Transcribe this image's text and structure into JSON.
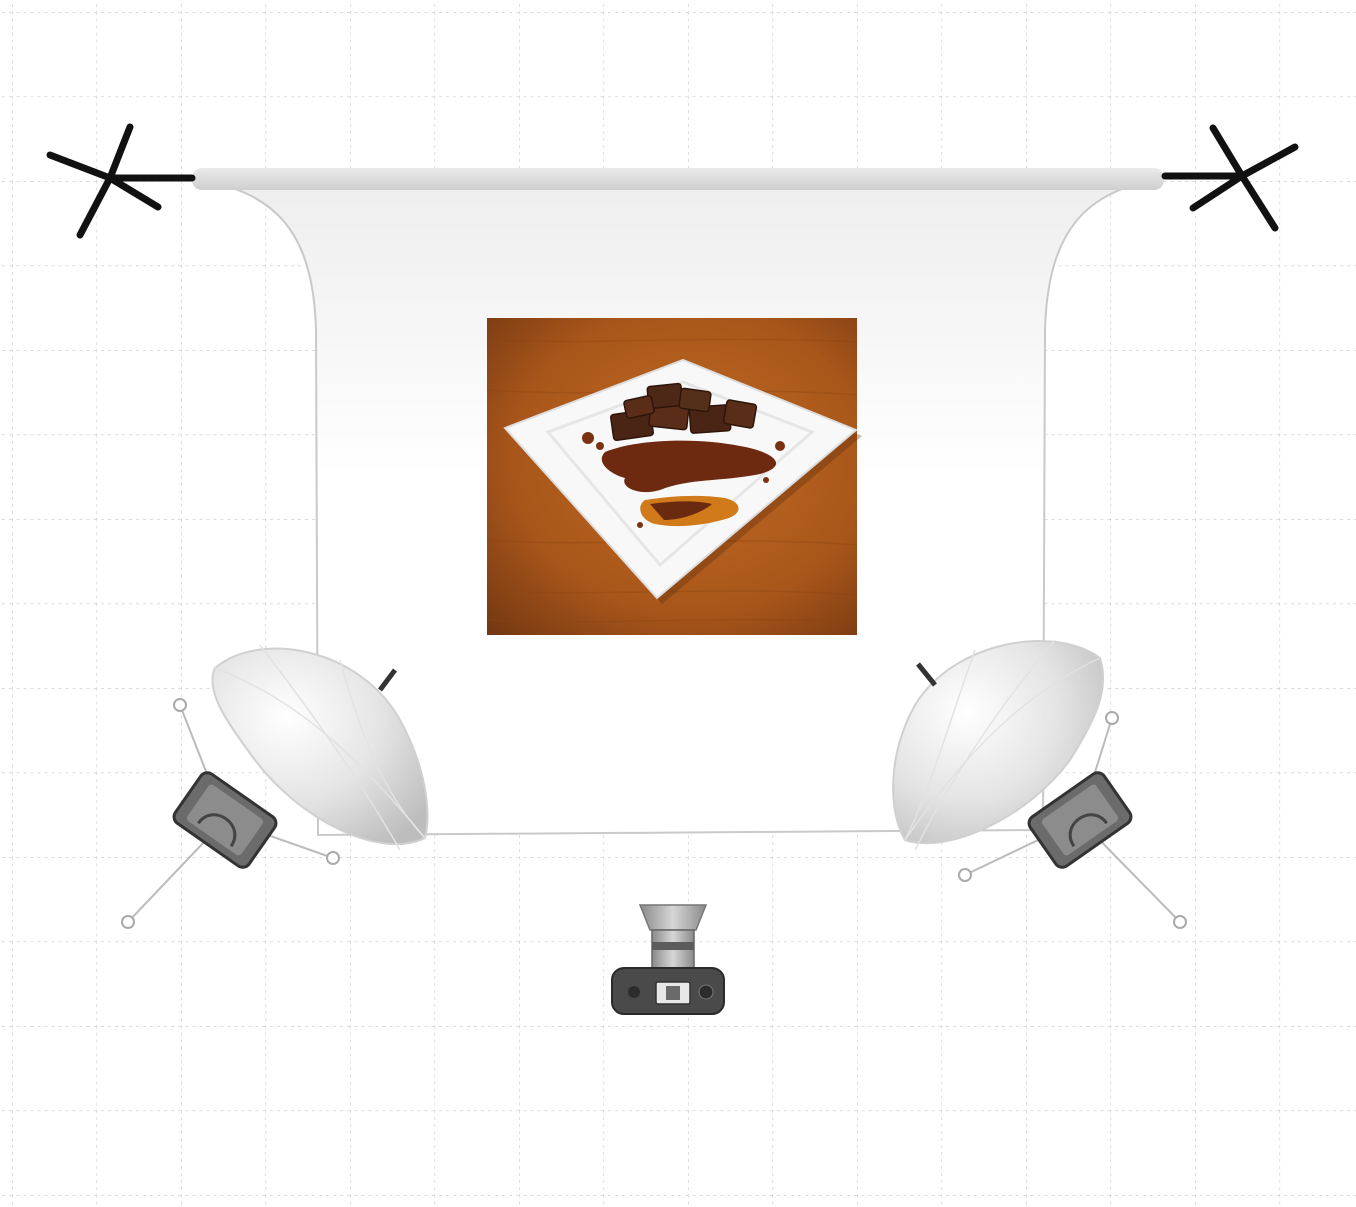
{
  "diagram": {
    "type": "lighting-setup",
    "colors": {
      "grid": "#c8c8c8",
      "backdrop": "#ffffff",
      "backdrop_bar": "#dcdcdc",
      "stand": "#111111",
      "table": "#9a4c12",
      "plate": "#f8f8f8",
      "sauce": "#6e2a10",
      "chocolate": "#4a2516",
      "equipment": "#6b6b6b"
    },
    "elements": [
      {
        "name": "backdrop-stand-left",
        "icon": "c-stand-icon"
      },
      {
        "name": "backdrop-stand-right",
        "icon": "c-stand-icon"
      },
      {
        "name": "backdrop-sweep",
        "icon": "paper-backdrop-icon"
      },
      {
        "name": "subject-photo",
        "icon": "chocolate-dessert-plate-image"
      },
      {
        "name": "umbrella-light-left",
        "icon": "umbrella-strobe-icon"
      },
      {
        "name": "umbrella-light-right",
        "icon": "umbrella-strobe-icon"
      },
      {
        "name": "camera",
        "icon": "camera-icon"
      }
    ]
  }
}
